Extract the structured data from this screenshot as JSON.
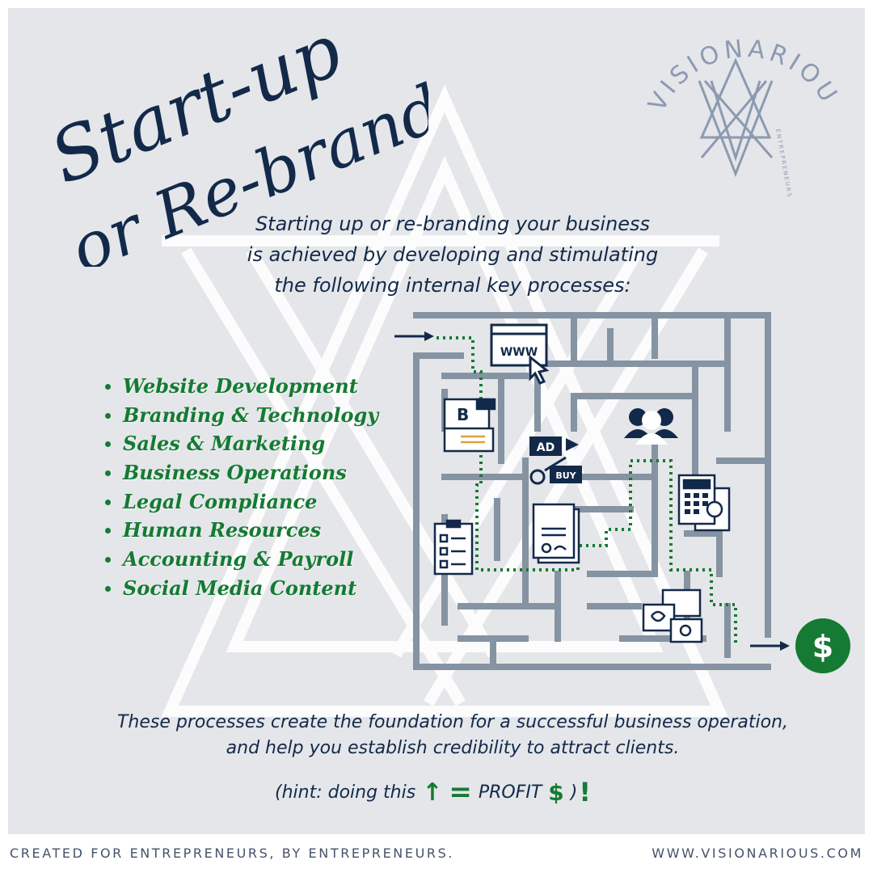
{
  "headline": {
    "line1": "Start-up",
    "line2": "or Re-brand?"
  },
  "brand": {
    "name": "VISIONARIOUS",
    "tagline": "ENTREPRENEURS"
  },
  "intro": [
    "Starting up or re-branding your business",
    "is achieved by developing and stimulating",
    "the following internal key processes:"
  ],
  "processes": [
    "Website Development",
    "Branding & Technology",
    "Sales & Marketing",
    "Business Operations",
    "Legal Compliance",
    "Human Resources",
    "Accounting & Payroll",
    "Social Media Content"
  ],
  "maze_icons": {
    "website_label": "WWW",
    "brand_letter": "B",
    "ad_label": "AD",
    "buy_label": "BUY",
    "exit_symbol": "$"
  },
  "outro": [
    "These processes create the foundation for a successful business operation,",
    "and help you establish credibility to attract clients."
  ],
  "hint": {
    "prefix": "(hint: doing this",
    "arrow": "↑",
    "equals": "=",
    "profit": "PROFIT",
    "dollar": "$",
    "suffix": ")",
    "bang": "!"
  },
  "footer": {
    "left": "CREATED FOR ENTREPRENEURS, BY ENTREPRENEURS.",
    "right": "WWW.VISIONARIOUS.COM"
  },
  "colors": {
    "navy": "#13294a",
    "green": "#157a33",
    "maze": "#8593a2",
    "panel": "#e4e6e9",
    "brand_gray": "#8c9ab1"
  }
}
